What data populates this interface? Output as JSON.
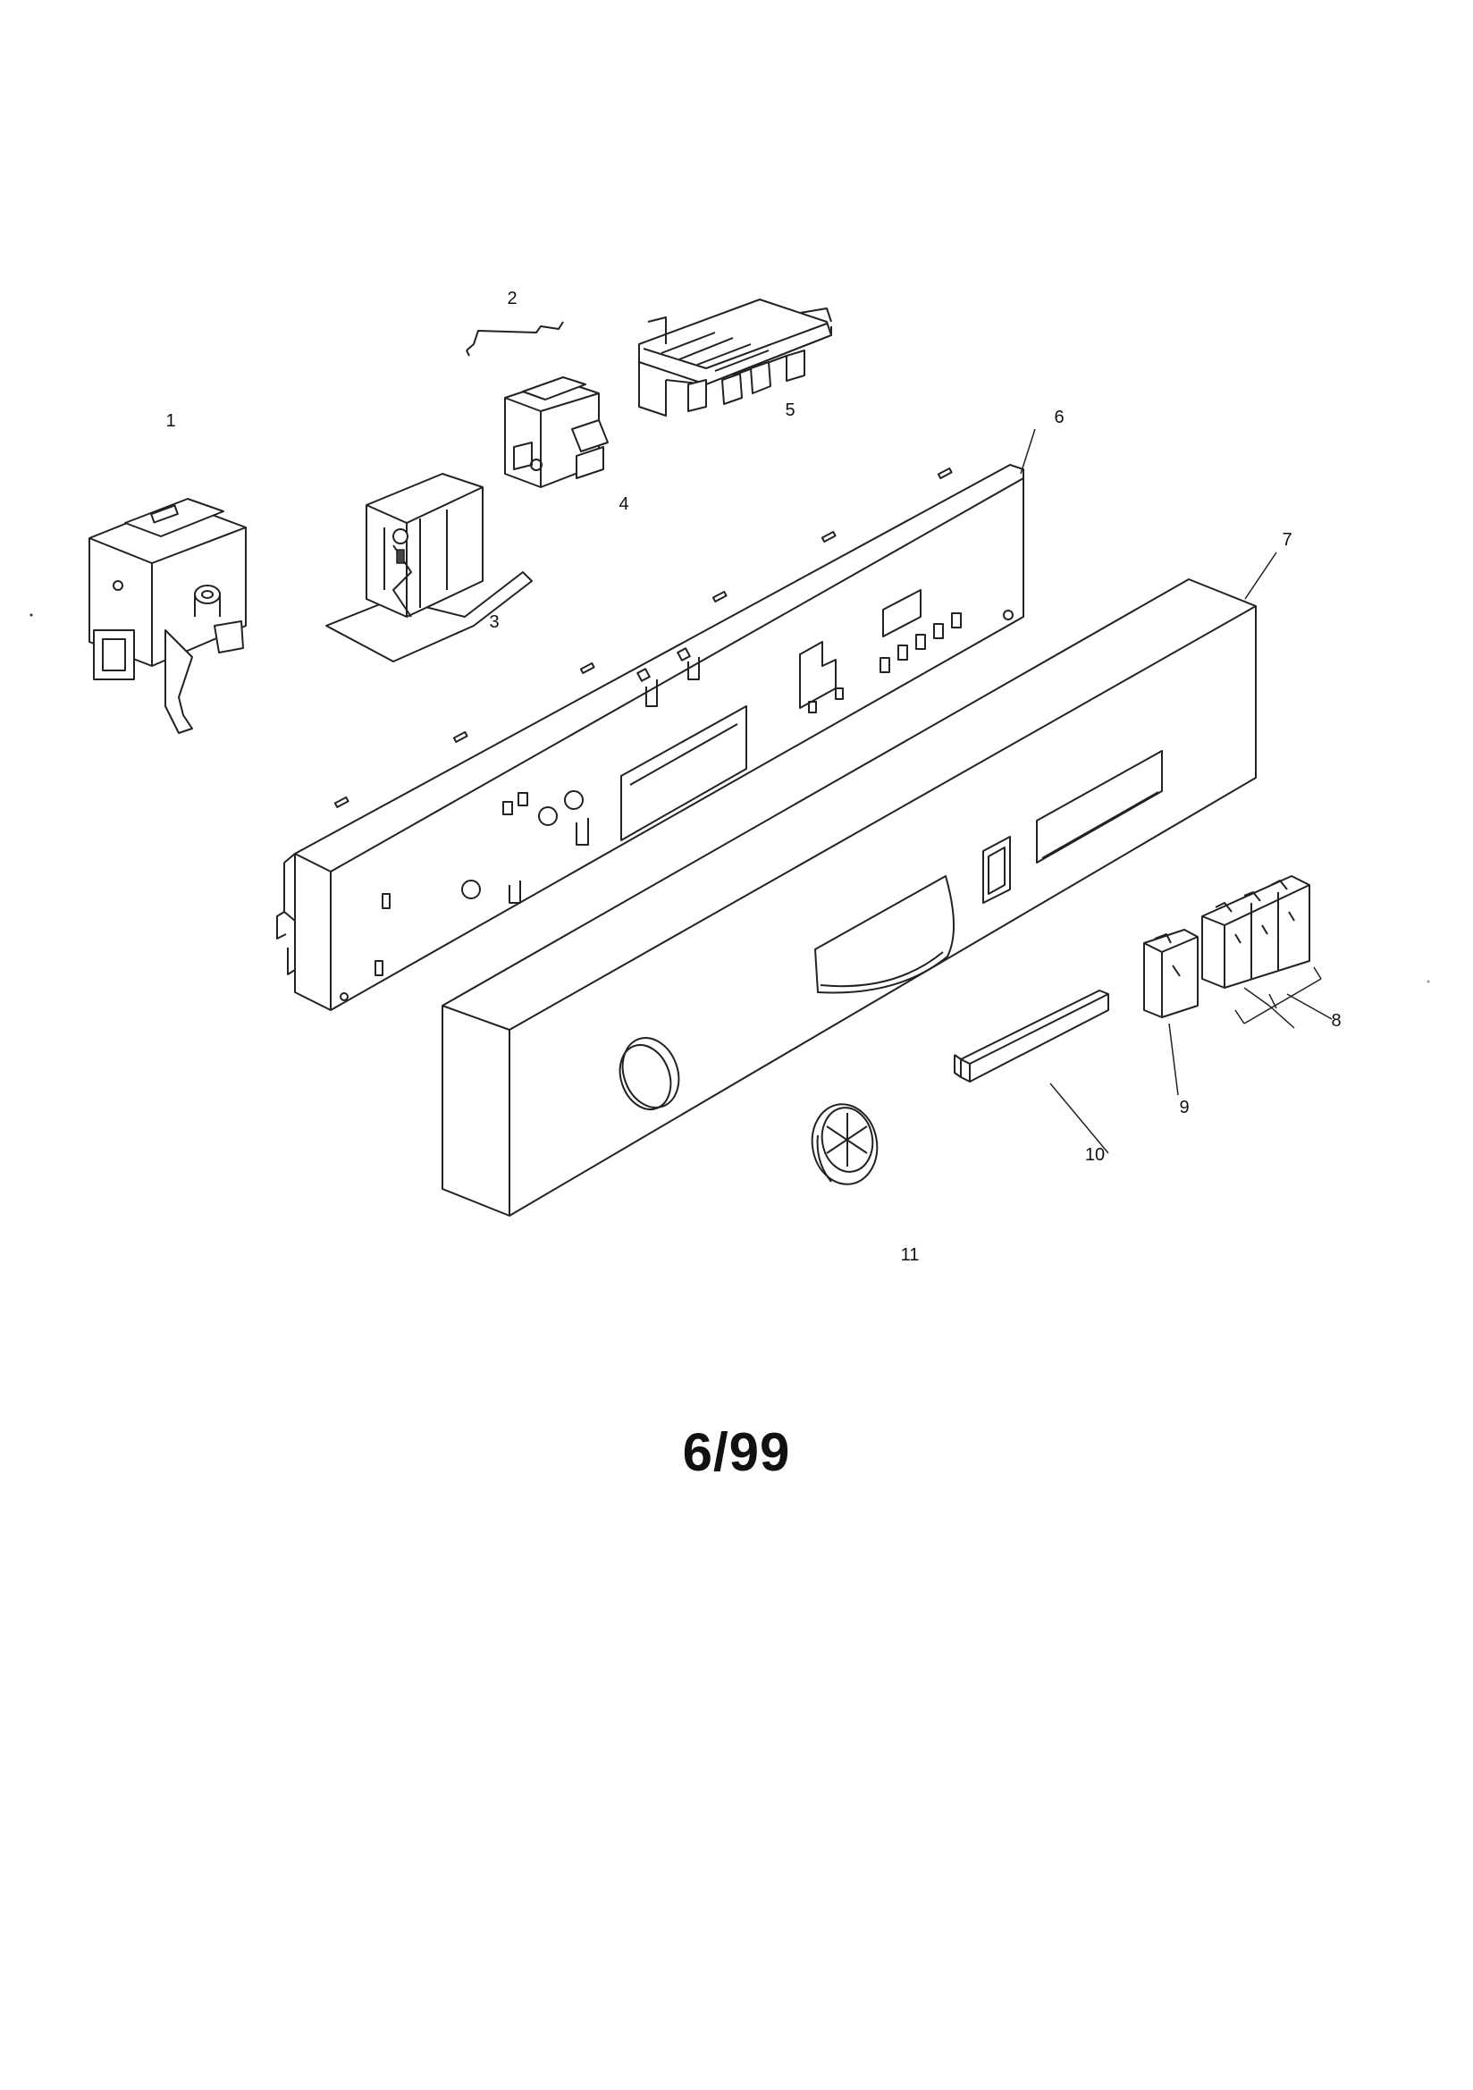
{
  "diagram": {
    "date_code": "6/99",
    "parts": [
      {
        "id": "part-1",
        "label": "1"
      },
      {
        "id": "part-2",
        "label": "2"
      },
      {
        "id": "part-3",
        "label": "3"
      },
      {
        "id": "part-4",
        "label": "4"
      },
      {
        "id": "part-5",
        "label": "5"
      },
      {
        "id": "part-6",
        "label": "6"
      },
      {
        "id": "part-7",
        "label": "7"
      },
      {
        "id": "part-8",
        "label": "8"
      },
      {
        "id": "part-9",
        "label": "9"
      },
      {
        "id": "part-10",
        "label": "10"
      },
      {
        "id": "part-11",
        "label": "11"
      }
    ]
  }
}
